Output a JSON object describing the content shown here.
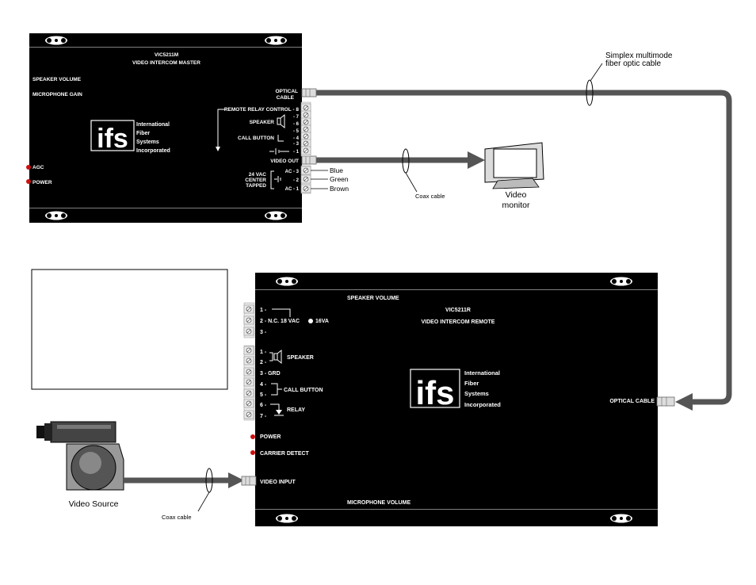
{
  "master": {
    "model": "VIC5211M",
    "title": "VIDEO INTERCOM MASTER",
    "speaker_volume": "SPEAKER VOLUME",
    "microphone_gain": "MICROPHONE GAIN",
    "agc": "AGC",
    "power": "POWER",
    "optical_cable_1": "OPTICAL",
    "optical_cable_2": "CABLE",
    "remote_relay": "REMOTE RELAY CONTROL - 8",
    "speaker": "SPEAKER",
    "call_button": "CALL BUTTON",
    "t7": "- 7",
    "t6": "- 6",
    "t5": "- 5",
    "t4": "- 4",
    "t3": "- 3",
    "t2": "- 2",
    "t1": "- 1",
    "video_out": "VIDEO OUT",
    "vac_1": "24 VAC",
    "vac_2": "CENTER",
    "vac_3": "TAPPED",
    "ac3": "AC - 3",
    "ac2": "- 2",
    "ac1": "AC - 1"
  },
  "wires": {
    "blue": "Blue",
    "green": "Green",
    "brown": "Brown"
  },
  "logo": {
    "text": "ifs",
    "line1": "International",
    "line2": "Fiber",
    "line3": "Systems",
    "line4": "Incorporated"
  },
  "labels": {
    "fiber_1": "Simplex multimode",
    "fiber_2": "fiber optic cable",
    "coax_top": "Coax cable",
    "monitor_1": "Video",
    "monitor_2": "monitor",
    "video_source": "Video Source",
    "coax_bottom": "Coax cable"
  },
  "remote": {
    "speaker_volume": "SPEAKER VOLUME",
    "model": "VIC5211R",
    "title": "VIDEO INTERCOM REMOTE",
    "p1": "1 -",
    "p2": "2 - N.C. 18 VAC",
    "p2b": "16VA",
    "p3": "3 -",
    "s1": "1 -",
    "s2": "2 -",
    "speaker": "SPEAKER",
    "s3": "3 - GRD",
    "s4": "4 -",
    "s5": "5 -",
    "call_button": "CALL BUTTON",
    "s6": "6 -",
    "s7": "7 -",
    "relay": "RELAY",
    "power": "POWER",
    "carrier_detect": "CARRIER DETECT",
    "video_input": "VIDEO INPUT",
    "optical_cable": "OPTICAL CABLE",
    "microphone_volume": "MICROPHONE VOLUME"
  }
}
